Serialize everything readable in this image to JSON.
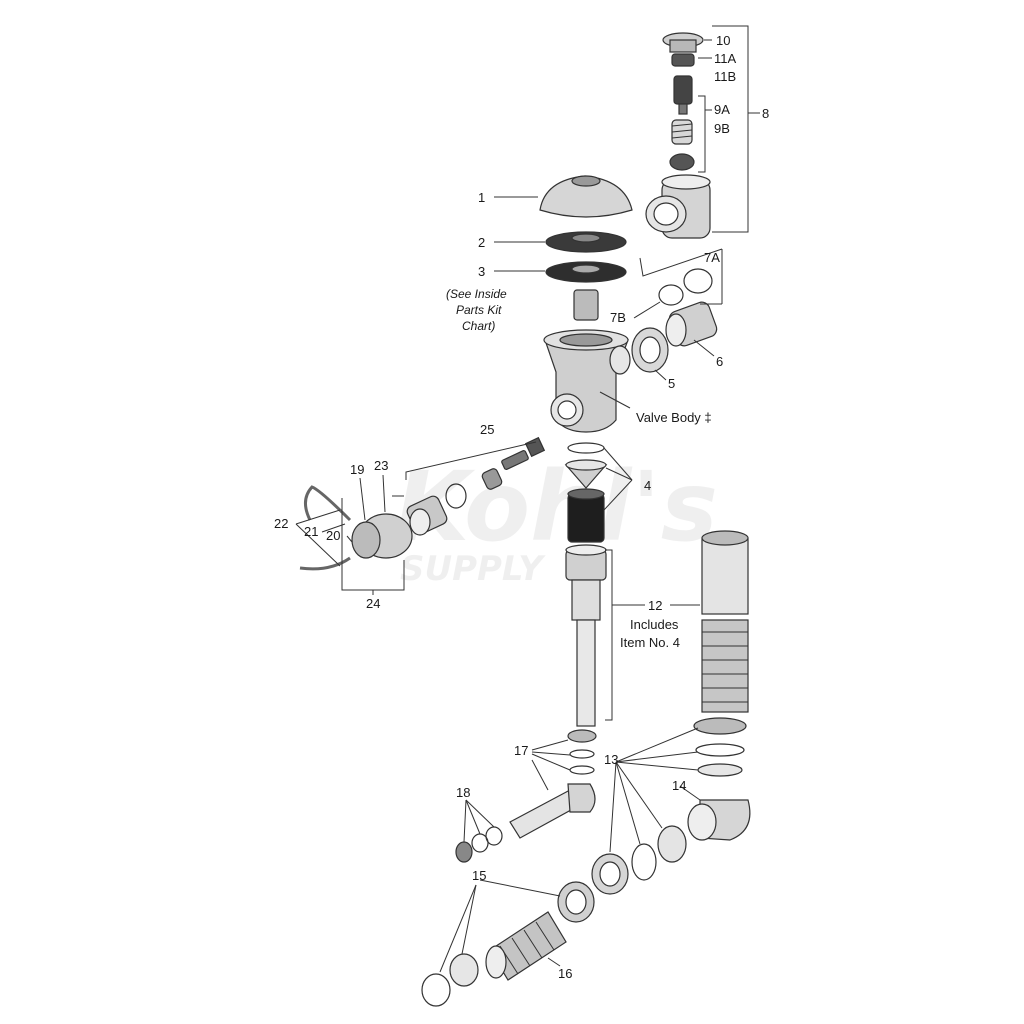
{
  "watermark": {
    "line1": "Kohl's",
    "line2": "SUPPLY"
  },
  "labels": {
    "l1": "1",
    "l2": "2",
    "l3": "3",
    "l4": "4",
    "l5": "5",
    "l6": "6",
    "l7a": "7A",
    "l7b": "7B",
    "l8": "8",
    "l9a": "9A",
    "l9b": "9B",
    "l10": "10",
    "l11a": "11A",
    "l11b": "11B",
    "l12": "12",
    "l13": "13",
    "l14": "14",
    "l15": "15",
    "l16": "16",
    "l17": "17",
    "l18": "18",
    "l19": "19",
    "l20": "20",
    "l21": "21",
    "l22": "22",
    "l23": "23",
    "l24": "24",
    "l25": "25"
  },
  "notes": {
    "see_inside_1": "(See Inside",
    "see_inside_2": "Parts Kit",
    "see_inside_3": "Chart)",
    "valve_body": "Valve Body ‡",
    "includes_1": "Includes",
    "includes_2": "Item No. 4"
  }
}
